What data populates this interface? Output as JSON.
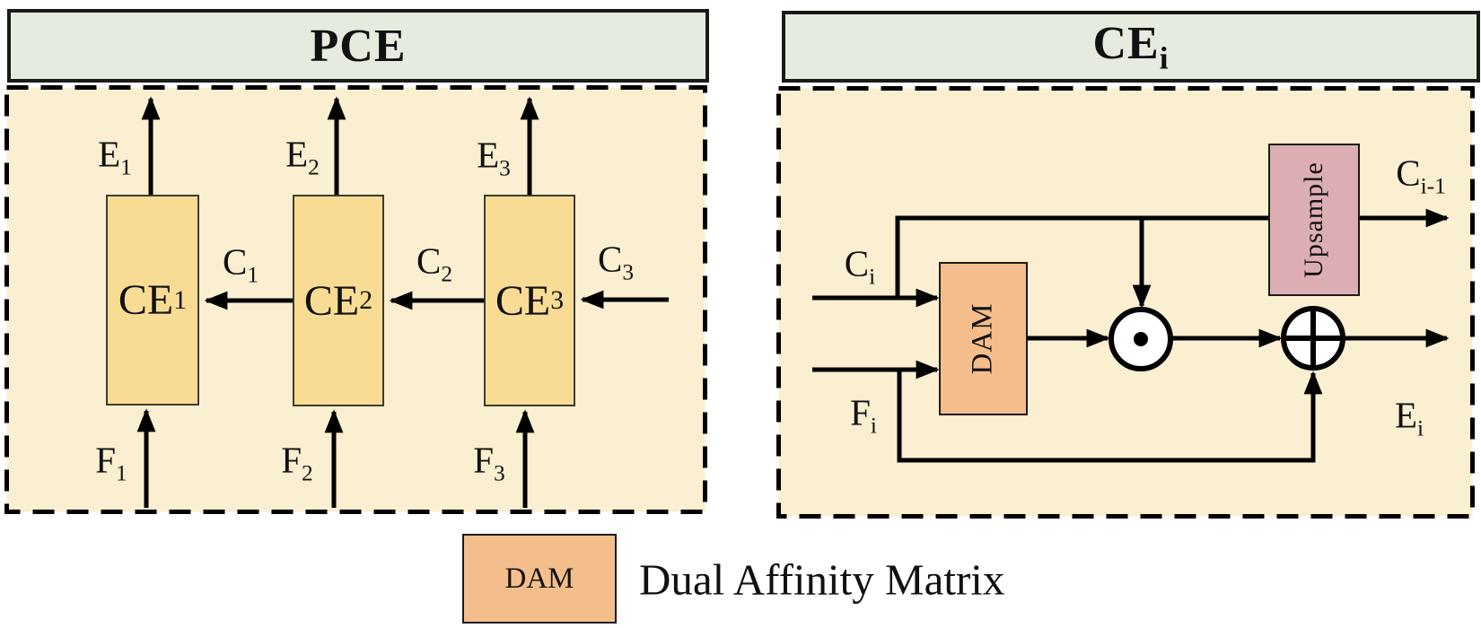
{
  "pce": {
    "title": "PCE",
    "ce1": {
      "base": "CE",
      "sub": "1"
    },
    "ce2": {
      "base": "CE",
      "sub": "2"
    },
    "ce3": {
      "base": "CE",
      "sub": "3"
    },
    "e1": {
      "base": "E",
      "sub": "1"
    },
    "e2": {
      "base": "E",
      "sub": "2"
    },
    "e3": {
      "base": "E",
      "sub": "3"
    },
    "c1": {
      "base": "C",
      "sub": "1"
    },
    "c2": {
      "base": "C",
      "sub": "2"
    },
    "c3": {
      "base": "C",
      "sub": "3"
    },
    "f1": {
      "base": "F",
      "sub": "1"
    },
    "f2": {
      "base": "F",
      "sub": "2"
    },
    "f3": {
      "base": "F",
      "sub": "3"
    }
  },
  "ce": {
    "title": {
      "base": "CE",
      "sub": "i"
    },
    "input_c": {
      "base": "C",
      "sub": "i"
    },
    "input_f": {
      "base": "F",
      "sub": "i"
    },
    "dam": "DAM",
    "upsample": "Upsample",
    "out_c": {
      "base": "C",
      "sub": "i-1"
    },
    "out_e": {
      "base": "E",
      "sub": "i"
    }
  },
  "legend": {
    "dam": "DAM",
    "text": "Dual Affinity Matrix"
  },
  "colors": {
    "header_fill": "#e5ecdf",
    "panel_fill": "#fbefd1",
    "ce_fill": "#f9dc94",
    "dam_fill": "#f4be8c",
    "upsample_fill": "#dcaeb4",
    "line": "#000000"
  }
}
